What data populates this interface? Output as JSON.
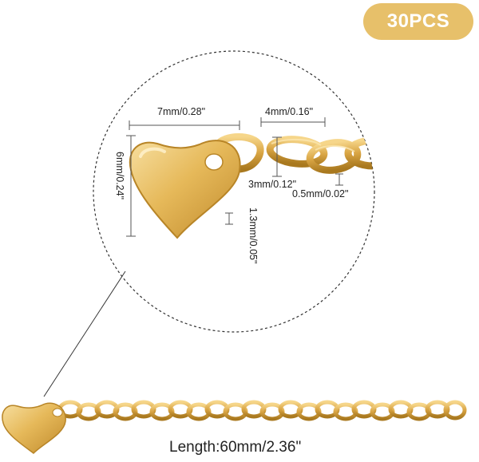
{
  "badge": {
    "count_label": "30PCS"
  },
  "dimensions": {
    "heart_width": "7mm/0.28\"",
    "heart_height": "6mm/0.24\"",
    "heart_thickness": "1.3mm/0.05\"",
    "link_length": "4mm/0.16\"",
    "link_width": "3mm/0.12\"",
    "wire_diameter": "0.5mm/0.02\""
  },
  "footer": {
    "length_label": "Length:60mm/2.36\""
  },
  "colors": {
    "gold": "#e2b253",
    "gold_dark": "#b07f22",
    "badge": "#e7c06a"
  }
}
